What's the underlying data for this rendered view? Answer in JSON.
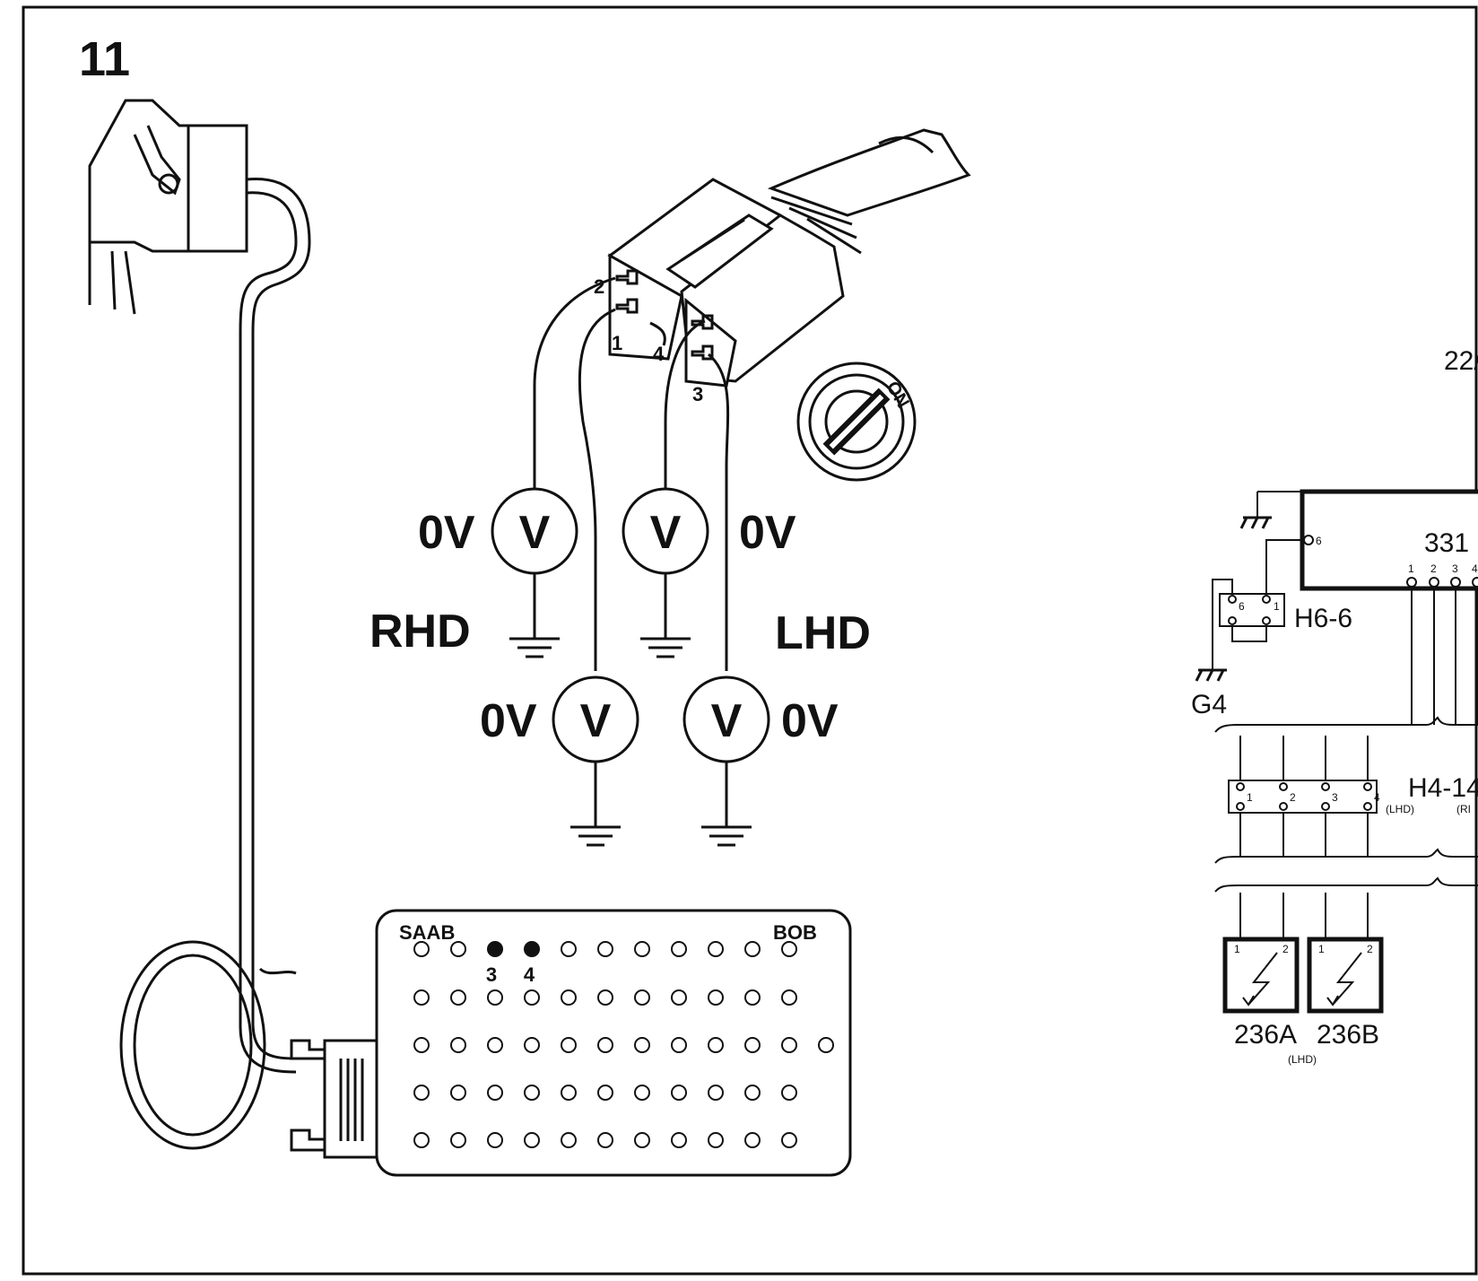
{
  "figure": {
    "step_number": "11",
    "meters": [
      {
        "reading": "0V",
        "symbol": "V"
      },
      {
        "reading": "0V",
        "symbol": "V"
      },
      {
        "reading": "0V",
        "symbol": "V"
      },
      {
        "reading": "0V",
        "symbol": "V"
      }
    ],
    "variants": {
      "rhd": "RHD",
      "lhd": "LHD"
    },
    "connector_pins": {
      "p1": "1",
      "p2": "2",
      "p3": "3",
      "p4": "4"
    },
    "ignition_label": "ON",
    "breakout_box": {
      "brand_left": "SAAB",
      "brand_right": "BOB",
      "active_pins": [
        "3",
        "4"
      ],
      "rows": [
        11,
        11,
        12,
        11,
        11
      ]
    }
  },
  "wiring": {
    "partial_label": "22/",
    "component_331": "331",
    "pin_6": "6",
    "h6_6": {
      "name": "H6-6",
      "pins": [
        "6",
        "1"
      ]
    },
    "ground_g4": "G4",
    "h4_14": {
      "name": "H4-14",
      "note_lhd": "(LHD)",
      "note_rhd": "(RI"
    },
    "ecu_pins": [
      "1",
      "2",
      "3",
      "4"
    ],
    "h4_pins": [
      "1",
      "2",
      "3",
      "4"
    ],
    "coils": [
      {
        "name": "236A",
        "pins": [
          "1",
          "2"
        ],
        "note": "(LHD)"
      },
      {
        "name": "236B",
        "pins": [
          "1",
          "2"
        ]
      }
    ]
  }
}
